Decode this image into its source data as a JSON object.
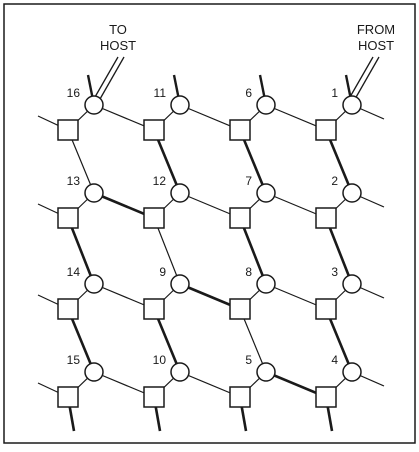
{
  "labels": {
    "to_host": [
      "TO",
      "HOST"
    ],
    "from_host": [
      "FROM",
      "HOST"
    ]
  },
  "nodes": [
    {
      "id": "16",
      "label": "16"
    },
    {
      "id": "11",
      "label": "11"
    },
    {
      "id": "6",
      "label": "6"
    },
    {
      "id": "1",
      "label": "1"
    },
    {
      "id": "13",
      "label": "13"
    },
    {
      "id": "12",
      "label": "12"
    },
    {
      "id": "7",
      "label": "7"
    },
    {
      "id": "2",
      "label": "2"
    },
    {
      "id": "14",
      "label": "14"
    },
    {
      "id": "9",
      "label": "9"
    },
    {
      "id": "8",
      "label": "8"
    },
    {
      "id": "3",
      "label": "3"
    },
    {
      "id": "15",
      "label": "15"
    },
    {
      "id": "10",
      "label": "10"
    },
    {
      "id": "5",
      "label": "5"
    },
    {
      "id": "4",
      "label": "4"
    }
  ],
  "colors": {
    "line": "#1a1a1a",
    "border": "#1a1a1a",
    "background": "#ffffff"
  }
}
